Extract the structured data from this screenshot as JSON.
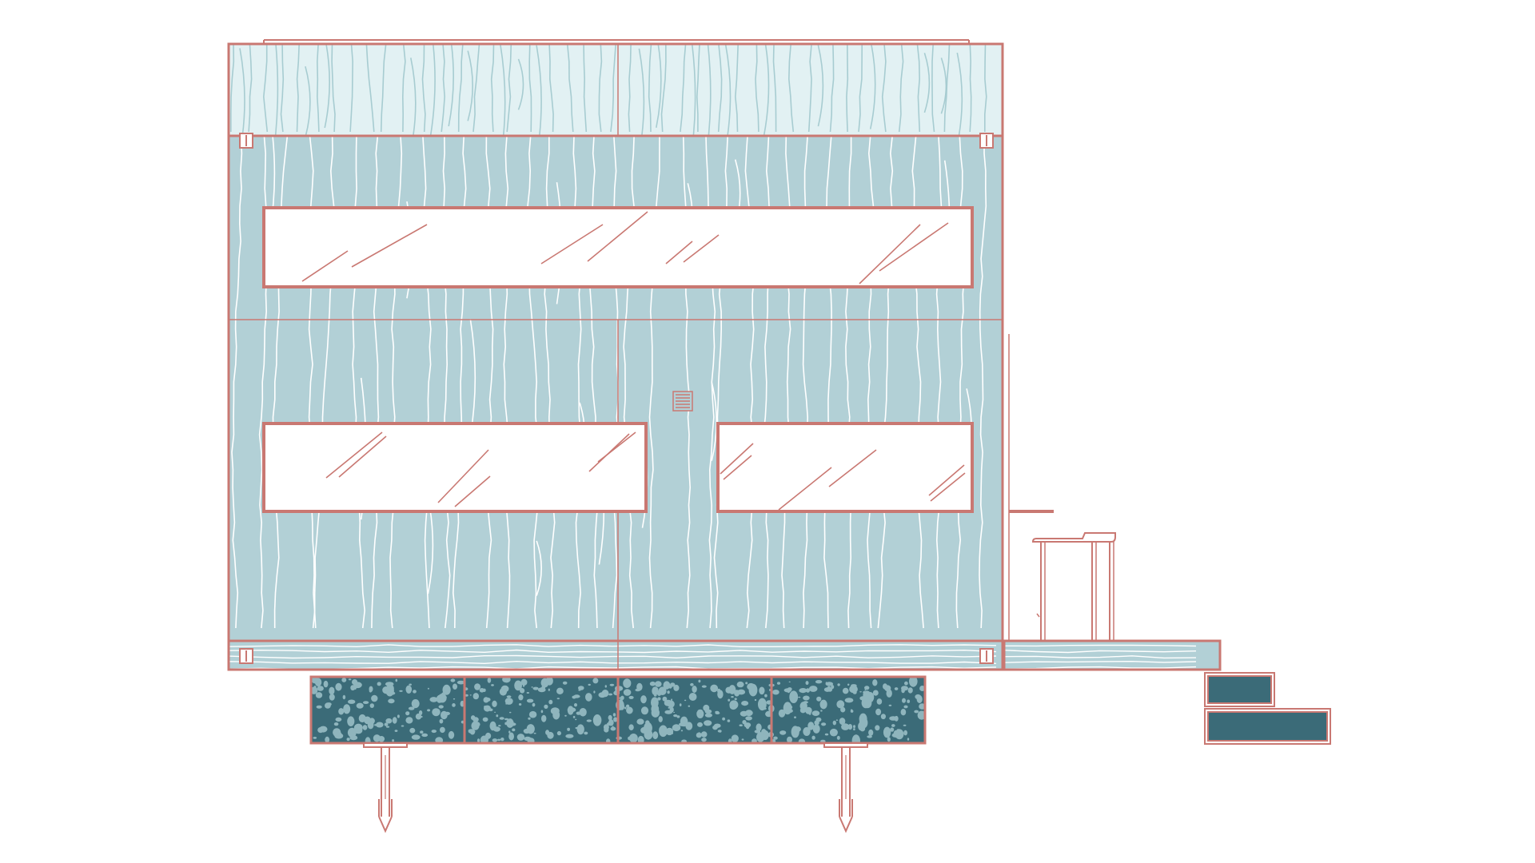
{
  "drawing": {
    "type": "elevation",
    "subject": "cabin-on-skids",
    "colors": {
      "outline": "#c97872",
      "cladding": "#b2d0d6",
      "upper_band": "#e2f1f3",
      "grain": "#ffffff",
      "upper_grain": "#a7ccd1",
      "glass": "#ffffff",
      "base_blocks": "#3b6b78",
      "base_speckle": "#8fb5bd",
      "background": "#ffffff"
    },
    "components": {
      "upper_band_panels": 2,
      "main_panels": 4,
      "windows": [
        "clerestory-window",
        "lower-left-window",
        "lower-right-window"
      ],
      "vent_slats": 5,
      "corner_brackets": 4,
      "base_blocks": 4,
      "support_legs": 2,
      "deck": "side-deck-with-chair",
      "step_blocks": 2
    }
  }
}
